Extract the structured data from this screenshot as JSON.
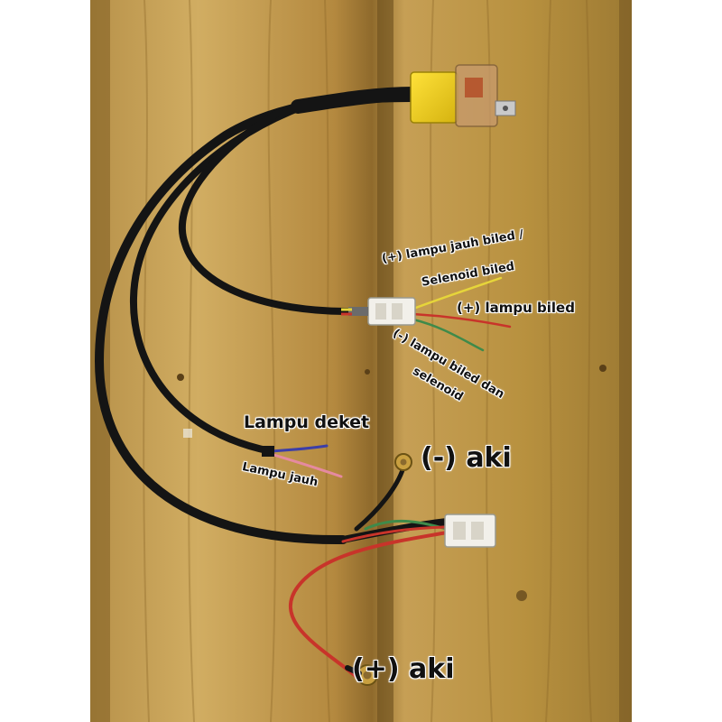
{
  "labels": {
    "lampu_jauh_biled_line1": "(+) lampu jauh biled /",
    "lampu_jauh_biled_line2": "Selenoid biled",
    "lampu_biled": "(+) lampu biled",
    "lampu_biled_dan_line1": "(-) lampu biled dan",
    "lampu_biled_dan_line2": "selenoid",
    "lampu_deket": "Lampu deket",
    "lampu_jauh": "Lampu jauh",
    "minus_aki": "(-) aki",
    "plus_aki": "(+) aki"
  },
  "colors": {
    "wood_light": "#c9a45a",
    "wood_dark": "#8a6a2e",
    "cable": "#141414",
    "relay": "#f2d21b",
    "wire_red": "#c8342a",
    "wire_yellow": "#e6d53a",
    "wire_green": "#3f8a4a",
    "wire_blue": "#3c3ea8",
    "wire_pink": "#e58aa0",
    "connector_white": "#f2f0ea"
  }
}
